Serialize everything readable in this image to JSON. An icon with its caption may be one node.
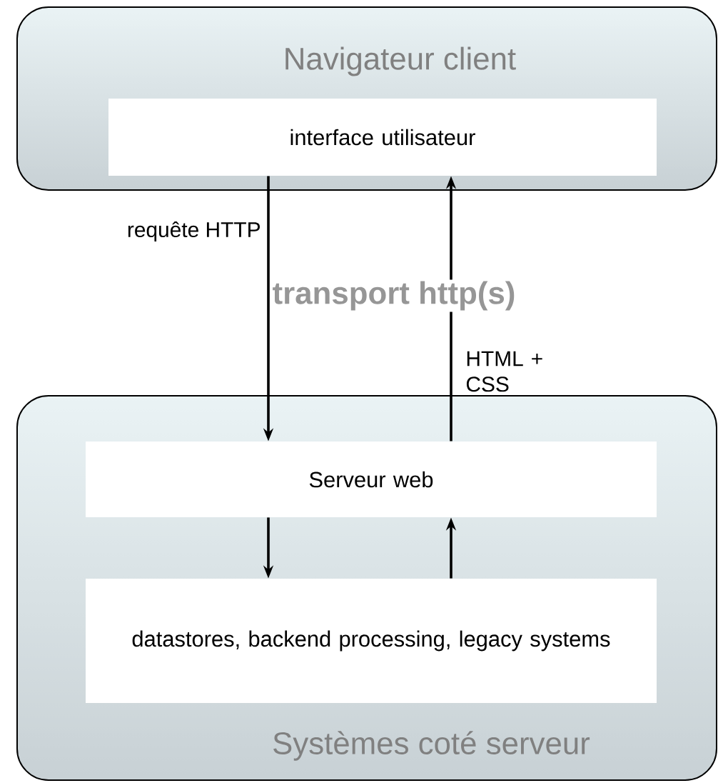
{
  "diagram": {
    "nodes": [
      {
        "text": [
          "Navigateur client"
        ]
      },
      {
        "text": [
          "interface utilisateur"
        ],
        "in": 0
      },
      {
        "text": [
          "Systèmes coté serveur"
        ]
      },
      {
        "text": [
          "Serveur web"
        ],
        "in": 2
      },
      {
        "text": [
          "datastores, backend processing, legacy systems"
        ],
        "in": 2
      }
    ],
    "edges": [
      {
        "from": 1,
        "to": 3,
        "arrow": "to",
        "label": "requête HTTP"
      },
      {
        "from": 3,
        "to": 1,
        "arrow": "to",
        "label": "HTML + CSS"
      },
      {
        "from": 3,
        "to": 4,
        "arrow": "to"
      },
      {
        "from": 4,
        "to": 3,
        "arrow": "to"
      }
    ],
    "labels": [
      "transport http(s)"
    ]
  }
}
